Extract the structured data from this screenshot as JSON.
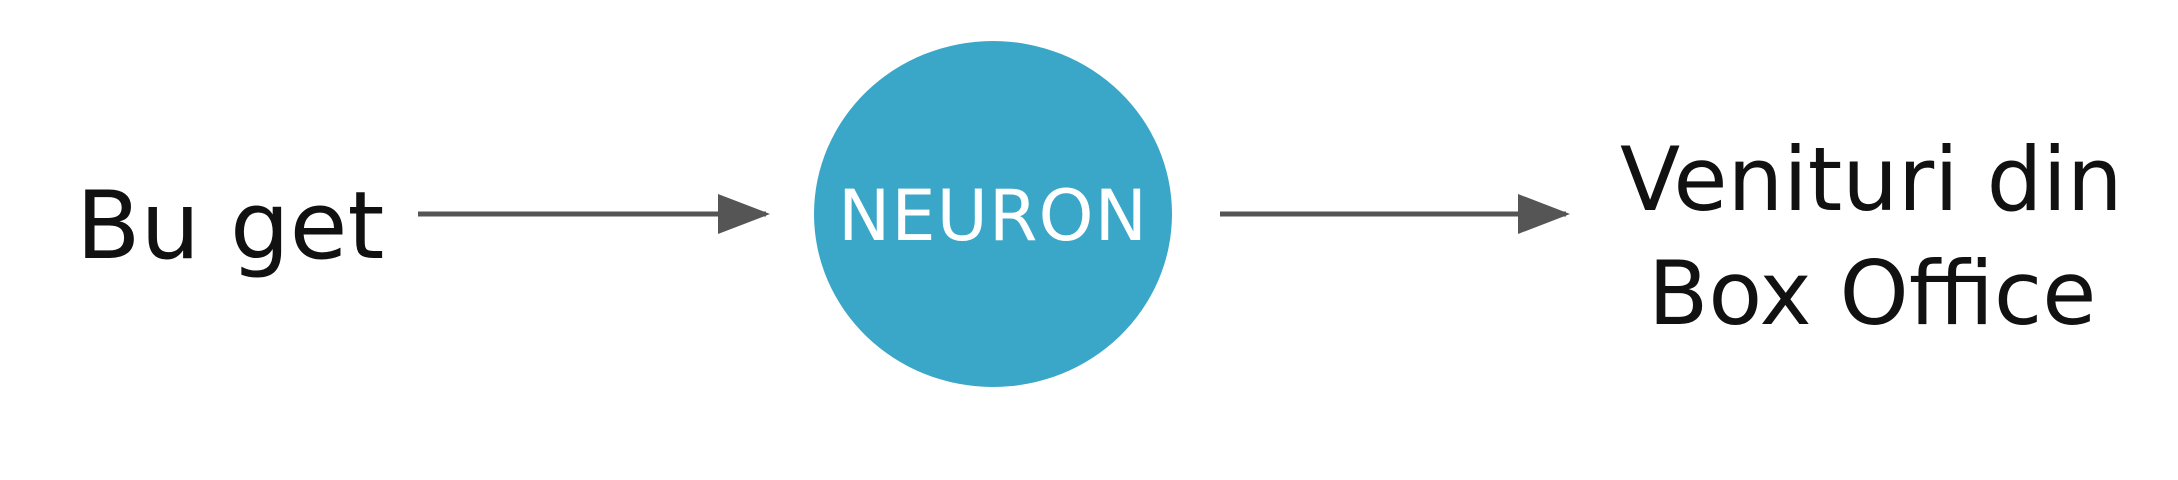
{
  "input": {
    "label": "Bu get"
  },
  "neuron": {
    "label": "NEURON",
    "fill_color": "#3aa7c8",
    "text_color": "#ffffff"
  },
  "output": {
    "line1": "Venituri din",
    "line2": "Box Office"
  },
  "arrows": {
    "color": "#555555"
  }
}
